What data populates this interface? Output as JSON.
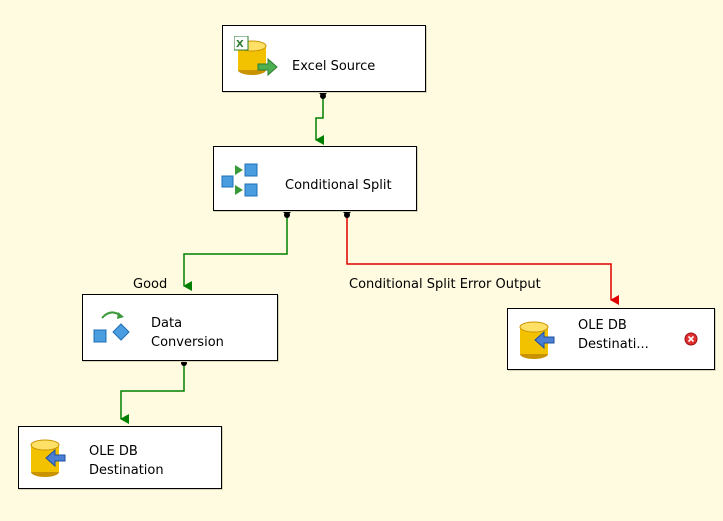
{
  "diagram": {
    "nodes": {
      "excel_source": {
        "label": "Excel Source",
        "icon": "excel-source-icon"
      },
      "conditional_split": {
        "label": "Conditional Split",
        "icon": "conditional-split-icon"
      },
      "data_conversion": {
        "label_line1": "Data",
        "label_line2": "Conversion",
        "icon": "data-conversion-icon"
      },
      "ole_db_destination_error": {
        "label_line1": "OLE DB",
        "label_line2": "Destinati...",
        "icon": "database-destination-icon",
        "status": "error-icon"
      },
      "ole_db_destination": {
        "label_line1": "OLE DB",
        "label_line2": "Destination",
        "icon": "database-destination-icon"
      }
    },
    "paths": {
      "good": {
        "label": "Good",
        "color": "#008000"
      },
      "error": {
        "label": "Conditional Split Error Output",
        "color": "#e00000"
      },
      "normal_color": "#008000"
    }
  }
}
